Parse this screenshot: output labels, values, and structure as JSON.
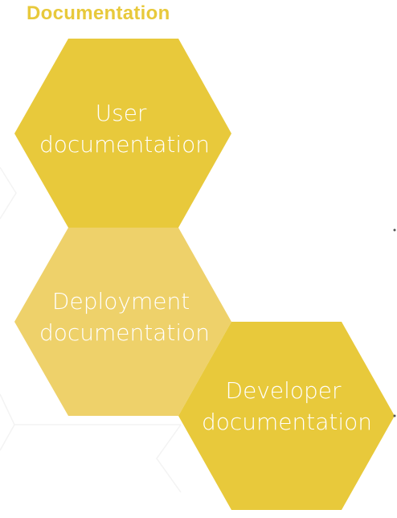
{
  "title": "Documentation",
  "colors": {
    "title": "#E8C93B",
    "hex_primary": "#E8C93B",
    "hex_light": "#EED16A",
    "label_text": "#FFFFFF",
    "faint_grid": "#F3F3F3"
  },
  "hexagons": [
    {
      "id": "user",
      "lines": [
        "User",
        "documentation"
      ],
      "shade": "primary"
    },
    {
      "id": "deployment",
      "lines": [
        "Deployment",
        "documentation"
      ],
      "shade": "light"
    },
    {
      "id": "developer",
      "lines": [
        "Developer",
        "documentation"
      ],
      "shade": "primary"
    }
  ]
}
